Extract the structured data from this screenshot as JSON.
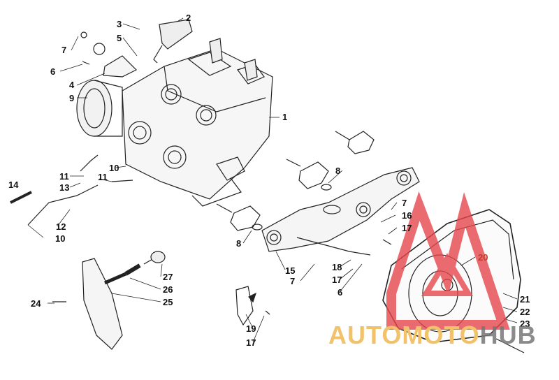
{
  "diagram": {
    "callouts": [
      {
        "id": "c1",
        "text": "1"
      },
      {
        "id": "c2",
        "text": "2"
      },
      {
        "id": "c3",
        "text": "3"
      },
      {
        "id": "c4",
        "text": "4"
      },
      {
        "id": "c5",
        "text": "5"
      },
      {
        "id": "c6a",
        "text": "6"
      },
      {
        "id": "c6b",
        "text": "6"
      },
      {
        "id": "c7a",
        "text": "7"
      },
      {
        "id": "c7b",
        "text": "7"
      },
      {
        "id": "c7c",
        "text": "7"
      },
      {
        "id": "c8a",
        "text": "8"
      },
      {
        "id": "c8b",
        "text": "8"
      },
      {
        "id": "c9",
        "text": "9"
      },
      {
        "id": "c10a",
        "text": "10"
      },
      {
        "id": "c10b",
        "text": "10"
      },
      {
        "id": "c11a",
        "text": "11"
      },
      {
        "id": "c11b",
        "text": "11"
      },
      {
        "id": "c12",
        "text": "12"
      },
      {
        "id": "c13",
        "text": "13"
      },
      {
        "id": "c14",
        "text": "14"
      },
      {
        "id": "c15",
        "text": "15"
      },
      {
        "id": "c16",
        "text": "16"
      },
      {
        "id": "c17a",
        "text": "17"
      },
      {
        "id": "c17b",
        "text": "17"
      },
      {
        "id": "c17c",
        "text": "17"
      },
      {
        "id": "c18",
        "text": "18"
      },
      {
        "id": "c19",
        "text": "19"
      },
      {
        "id": "c20",
        "text": "20"
      },
      {
        "id": "c21",
        "text": "21"
      },
      {
        "id": "c22",
        "text": "22"
      },
      {
        "id": "c23",
        "text": "23"
      },
      {
        "id": "c24",
        "text": "24"
      },
      {
        "id": "c25",
        "text": "25"
      },
      {
        "id": "c26",
        "text": "26"
      },
      {
        "id": "c27",
        "text": "27"
      }
    ]
  },
  "watermark": {
    "text_part1": "AUTOMOTO",
    "text_part2": "HUB",
    "colors": {
      "triangle": "#e5484d",
      "text_part1": "#f2c26b",
      "text_part2": "#777777"
    }
  }
}
